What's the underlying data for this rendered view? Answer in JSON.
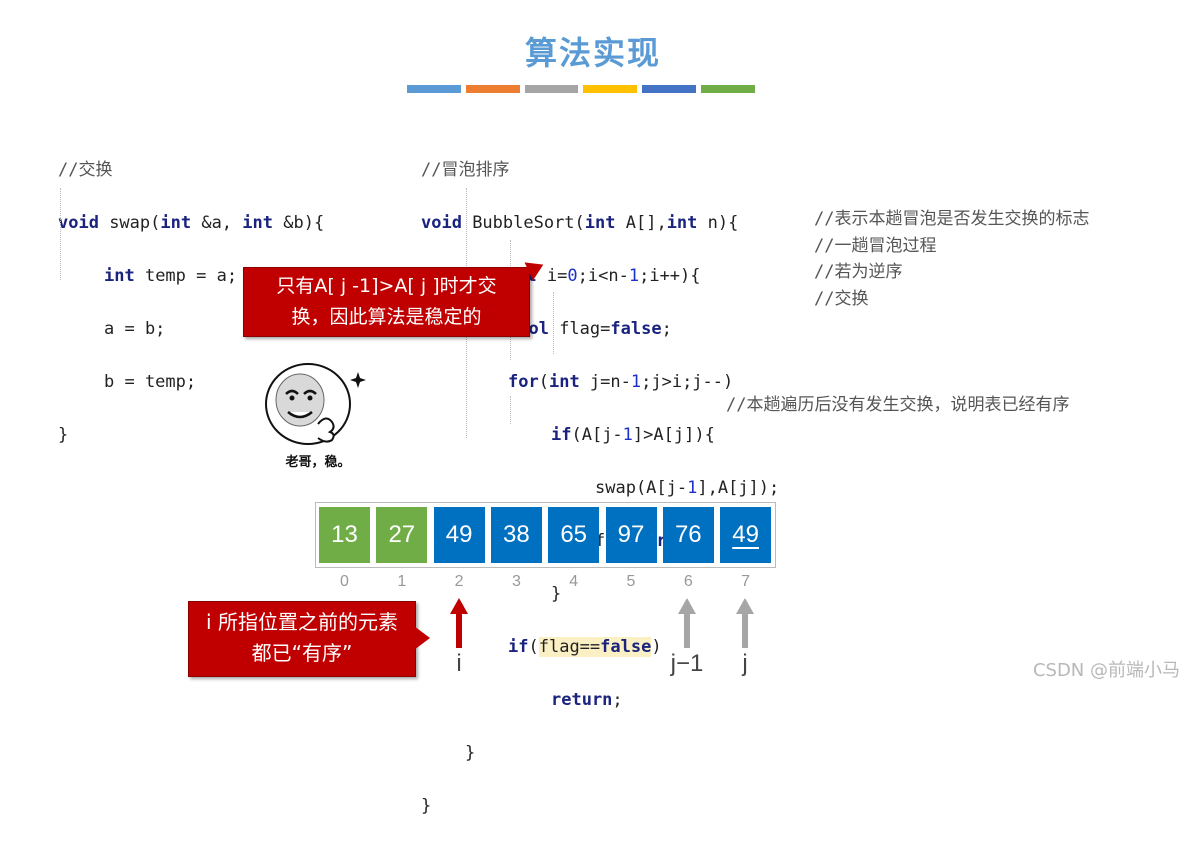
{
  "title": "算法实现",
  "stripe_colors": [
    "#5b9bd5",
    "#ed7d31",
    "#a5a5a5",
    "#ffc000",
    "#4472c4",
    "#70ad47"
  ],
  "swap_code": {
    "comment": "//交换",
    "l1_kw1": "void",
    "l1_a": " swap(",
    "l1_kw2": "int",
    "l1_b": " &a, ",
    "l1_kw3": "int",
    "l1_c": " &b){",
    "l2_kw": "int",
    "l2_rest": " temp = a;",
    "l3": "a = b;",
    "l4": "b = temp;",
    "l5": "}"
  },
  "bubble_code": {
    "comment": "//冒泡排序",
    "l1_kw1": "void",
    "l1_a": " BubbleSort(",
    "l1_kw2": "int",
    "l1_b": " A[],",
    "l1_kw3": "int",
    "l1_c": " n){",
    "l2_kw1": "for",
    "l2_a": "(",
    "l2_kw2": "int",
    "l2_b": " i=",
    "l2_n1": "0",
    "l2_c": ";i<n-",
    "l2_n2": "1",
    "l2_d": ";i++){",
    "l3_kw1": "bool",
    "l3_a": " flag=",
    "l3_kw2": "false",
    "l3_b": ";",
    "l3_cmt": "//表示本趟冒泡是否发生交换的标志",
    "l4_kw1": "for",
    "l4_a": "(",
    "l4_kw2": "int",
    "l4_b": " j=n-",
    "l4_n1": "1",
    "l4_c": ";j>i;j--)",
    "l4_cmt": "//一趟冒泡过程",
    "l5_kw": "if",
    "l5_a": "(A[j-",
    "l5_n1": "1",
    "l5_b": "]>A[j]){",
    "l5_cmt": "//若为逆序",
    "l6_a": "swap(A[j-",
    "l6_n1": "1",
    "l6_b": "],A[j]);",
    "l6_cmt": "//交换",
    "l7_a": "flag=",
    "l7_kw": "true",
    "l7_b": ";",
    "l8": "}",
    "l9_kw": "if",
    "l9_a": "(",
    "l9_hl_a": "flag==",
    "l9_hl_kw": "false",
    "l9_b": ")",
    "l10_kw": "return",
    "l10_a": ";",
    "l10_cmt": "//本趟遍历后没有发生交换，说明表已经有序",
    "l11": "}",
    "l12": "}"
  },
  "callout_stable": {
    "line1": "只有A[ j -1]>A[ j ]时才交",
    "line2": "换，因此算法是稳定的"
  },
  "meme_caption": "老哥，稳。",
  "array": {
    "values": [
      "13",
      "27",
      "49",
      "38",
      "65",
      "97",
      "76",
      "49"
    ],
    "indices": [
      "0",
      "1",
      "2",
      "3",
      "4",
      "5",
      "6",
      "7"
    ],
    "sorted_color": "#70ad47",
    "unsorted_color": "#0070c0"
  },
  "callout_sorted": {
    "line1": "i 所指位置之前的元素",
    "line2": "都已“有序”"
  },
  "markers": {
    "i": "i",
    "j_minus_1": "j−1",
    "j": "j"
  },
  "watermark": "CSDN @前端小马"
}
